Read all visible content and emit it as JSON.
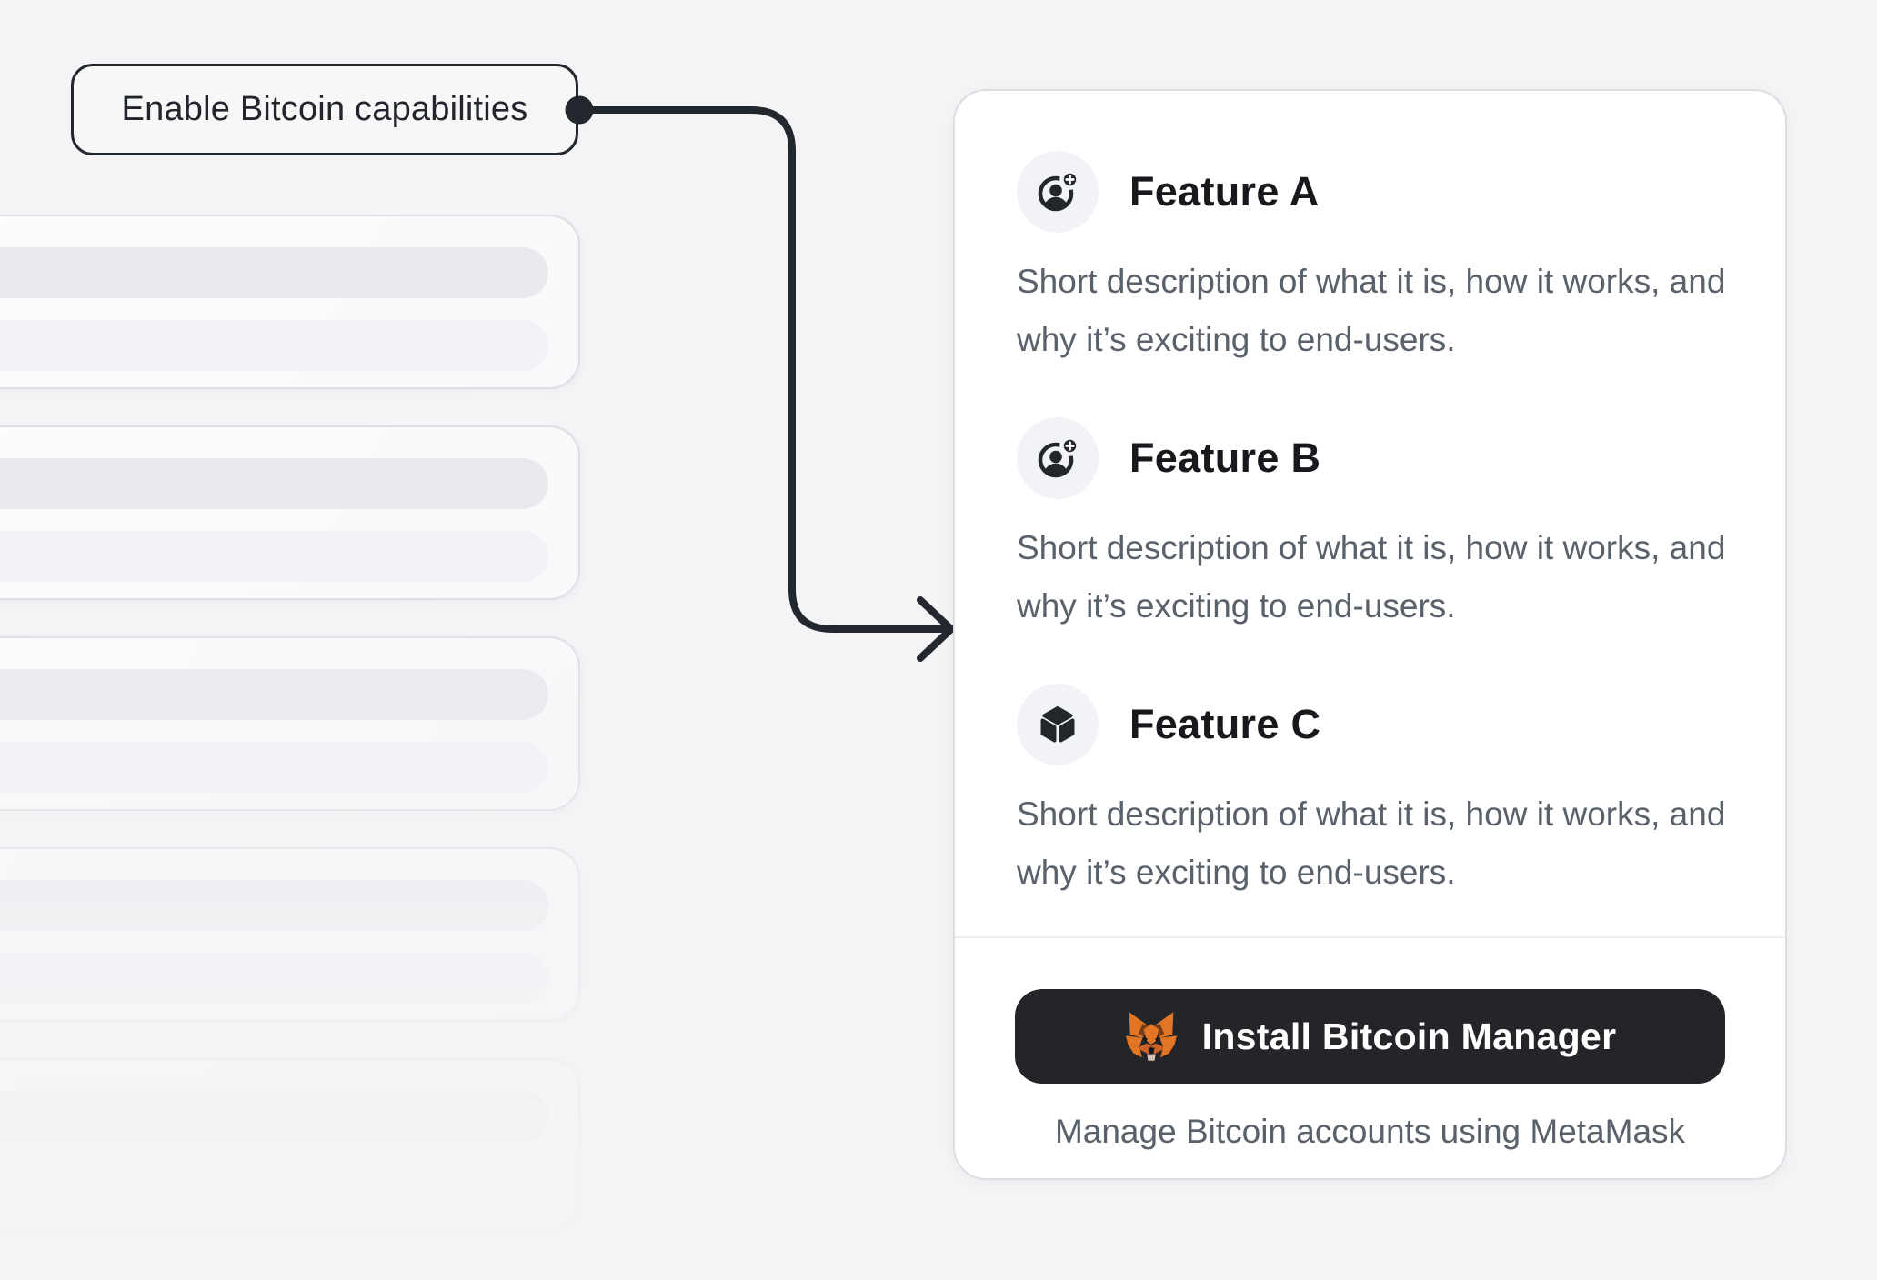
{
  "colors": {
    "background": "#f4f4f6",
    "ink": "#23272e",
    "title_text": "#17191c",
    "body_text": "#5a616b",
    "card_bg": "#ffffff",
    "card_border": "#dcdee2",
    "badge_bg": "#f2f3f6",
    "button_bg": "#232528",
    "button_text": "#ffffff",
    "metamask_orange": "#e27625"
  },
  "callout": {
    "label": "Enable Bitcoin capabilities"
  },
  "panel": {
    "features": [
      {
        "title": "Feature A",
        "icon": "user-add-icon",
        "description": "Short description of what it is, how it works, and why it’s exciting to end-users."
      },
      {
        "title": "Feature B",
        "icon": "user-add-icon",
        "description": "Short description of what it is, how it works, and why it’s exciting to end-users."
      },
      {
        "title": "Feature C",
        "icon": "cube-icon",
        "description": "Short description of what it is, how it works, and why it’s exciting to end-users."
      }
    ],
    "footer": {
      "install_button_label": "Install Bitcoin Manager",
      "caption": "Manage Bitcoin accounts using MetaMask"
    }
  },
  "skeleton_list": {
    "card_count": 5,
    "rows_per_card": 2
  }
}
